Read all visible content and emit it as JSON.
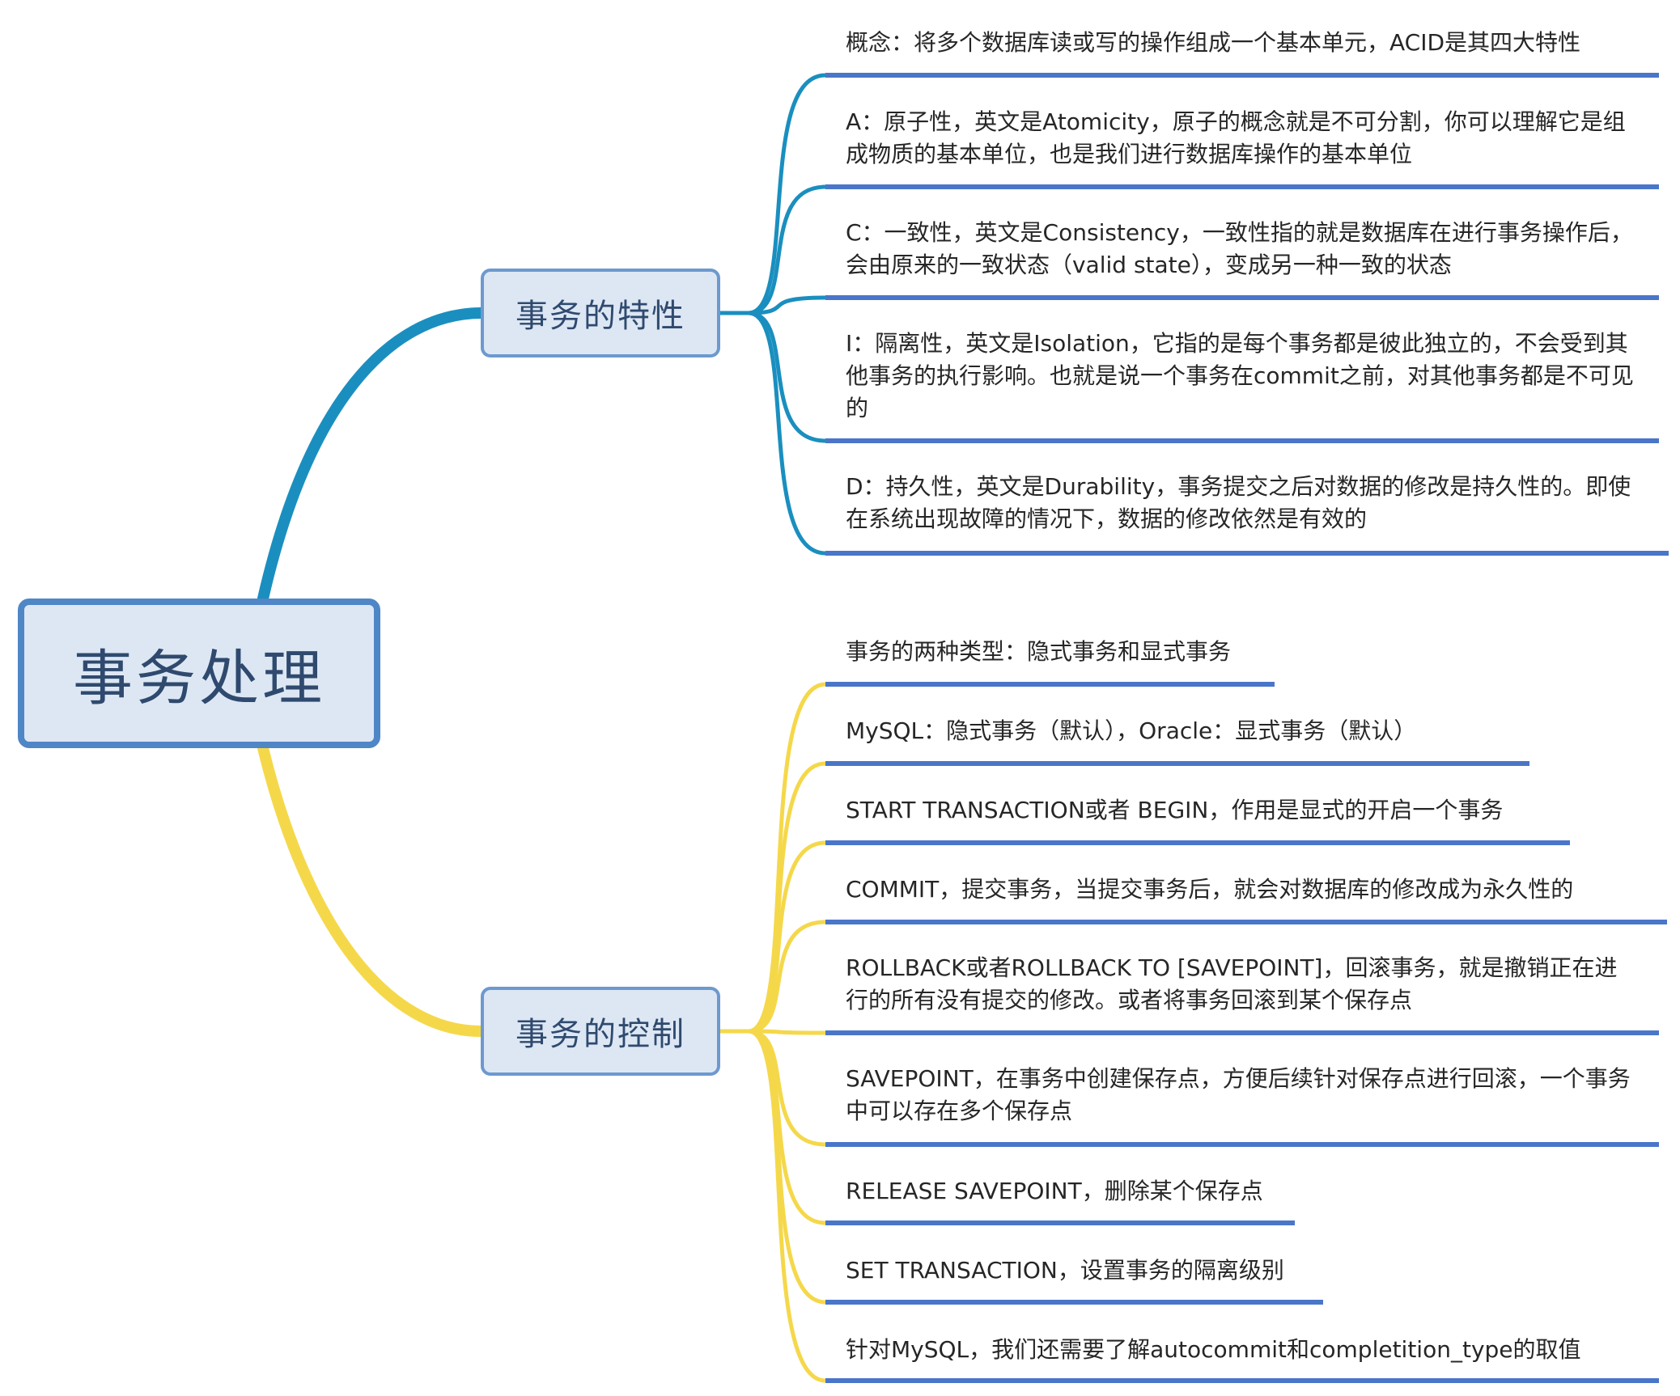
{
  "colors": {
    "properties_branch": "#1a8fbf",
    "control_branch": "#f5d84a",
    "underline": "#4a76c9",
    "node_fill": "#dde7f4",
    "node_text": "#2f4a6e",
    "root_border": "#4f86c6"
  },
  "root": {
    "label": "事务处理"
  },
  "branches": [
    {
      "label": "事务的特性",
      "items": [
        "概念：将多个数据库读或写的操作组成一个基本单元，ACID是其四大特性",
        "A：原子性，英文是Atomicity，原子的概念就是不可分割，你可以理解它是组成物质的基本单位，也是我们进行数据库操作的基本单位",
        "C：一致性，英文是Consistency，一致性指的就是数据库在进行事务操作后，会由原来的一致状态（valid state），变成另一种一致的状态",
        "I：隔离性，英文是Isolation，它指的是每个事务都是彼此独立的，不会受到其他事务的执行影响。也就是说一个事务在commit之前，对其他事务都是不可见的",
        "D：持久性，英文是Durability，事务提交之后对数据的修改是持久性的。即使在系统出现故障的情况下，数据的修改依然是有效的"
      ]
    },
    {
      "label": "事务的控制",
      "items": [
        "事务的两种类型：隐式事务和显式事务",
        "MySQL：隐式事务（默认），Oracle：显式事务（默认）",
        "START TRANSACTION或者 BEGIN，作用是显式的开启一个事务",
        "COMMIT，提交事务，当提交事务后，就会对数据库的修改成为永久性的",
        "ROLLBACK或者ROLLBACK TO [SAVEPOINT]，回滚事务，就是撤销正在进行的所有没有提交的修改。或者将事务回滚到某个保存点",
        "SAVEPOINT，在事务中创建保存点，方便后续针对保存点进行回滚，一个事务中可以存在多个保存点",
        "RELEASE SAVEPOINT，删除某个保存点",
        "SET TRANSACTION，设置事务的隔离级别",
        "针对MySQL，我们还需要了解autocommit和completition_type的取值"
      ]
    }
  ]
}
